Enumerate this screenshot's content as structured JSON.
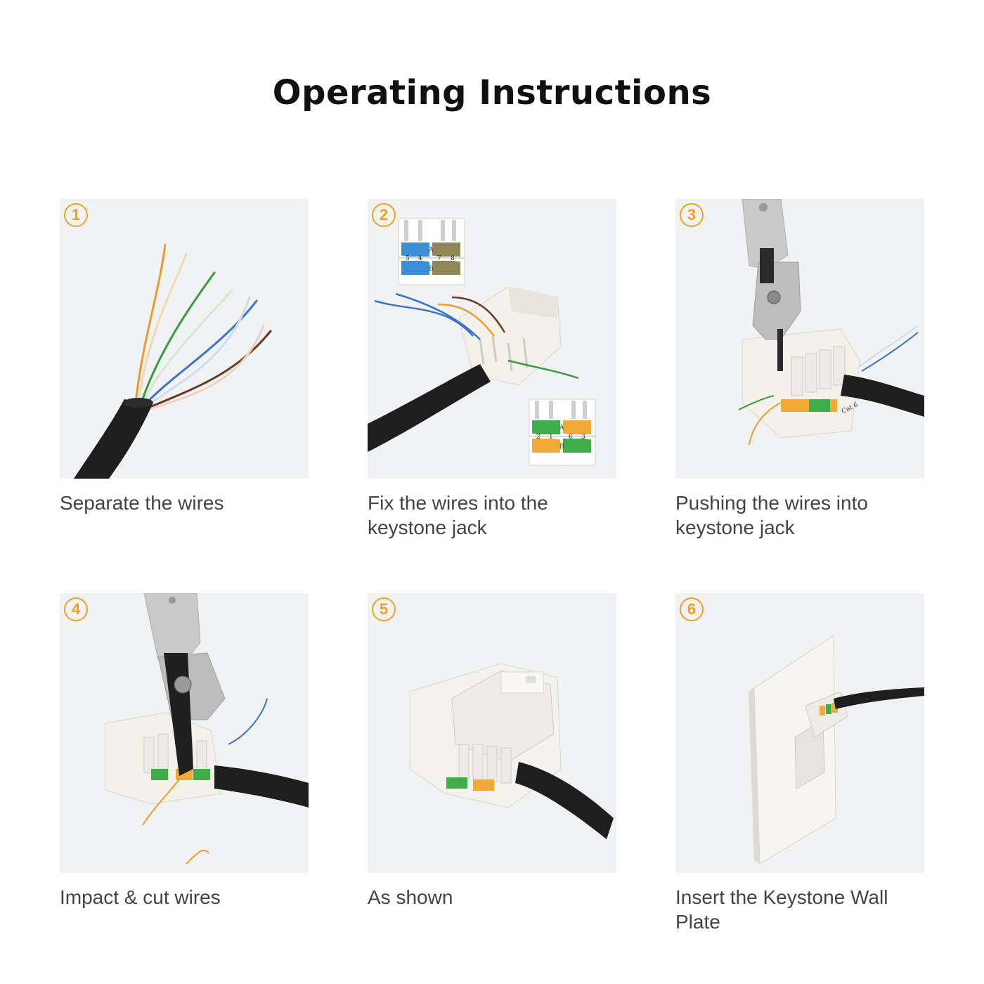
{
  "page": {
    "title": "Operating Instructions"
  },
  "steps": [
    {
      "number": "1",
      "caption": "Separate the wires",
      "icon": "numbered-circle-icon"
    },
    {
      "number": "2",
      "caption": "Fix the wires into the keystone jack",
      "icon": "numbered-circle-icon",
      "diagram_top": {
        "labels": [
          "5",
          "4",
          "7",
          "8",
          "A",
          "B"
        ]
      },
      "diagram_bottom": {
        "labels": [
          "2",
          "1",
          "6",
          "3",
          "A",
          "B"
        ]
      }
    },
    {
      "number": "3",
      "caption": "Pushing the wires into keystone jack",
      "icon": "numbered-circle-icon",
      "jack_label": "Cat 6"
    },
    {
      "number": "4",
      "caption": "Impact & cut wires",
      "icon": "numbered-circle-icon"
    },
    {
      "number": "5",
      "caption": "As shown",
      "icon": "numbered-circle-icon"
    },
    {
      "number": "6",
      "caption": "Insert the Keystone Wall Plate",
      "icon": "numbered-circle-icon"
    }
  ],
  "colors": {
    "accent": "#f0a21f",
    "photo_background": "#f1f2f4",
    "caption_text": "#444444",
    "title_text": "#111111"
  }
}
